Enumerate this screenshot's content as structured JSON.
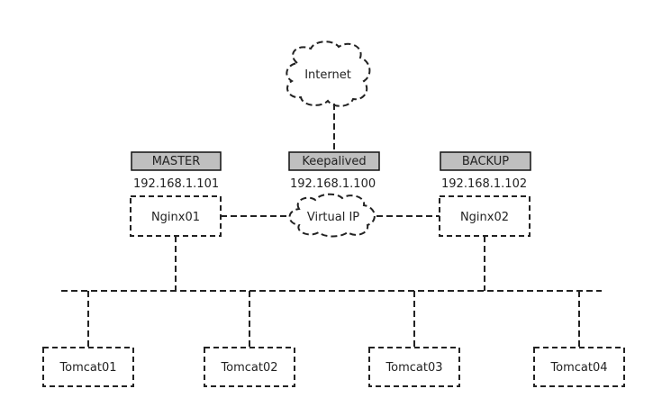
{
  "internet": {
    "label": "Internet"
  },
  "keepalived": {
    "label": "Keepalived",
    "ip": "192.168.1.100"
  },
  "virtual_ip": {
    "label": "Virtual IP"
  },
  "master": {
    "role": "MASTER",
    "ip": "192.168.1.101",
    "node": "Nginx01"
  },
  "backup": {
    "role": "BACKUP",
    "ip": "192.168.1.102",
    "node": "Nginx02"
  },
  "tomcats": [
    {
      "label": "Tomcat01"
    },
    {
      "label": "Tomcat02"
    },
    {
      "label": "Tomcat03"
    },
    {
      "label": "Tomcat04"
    }
  ],
  "colors": {
    "role_box_fill": "#bfbfbf",
    "backup_text": "#e07b00"
  }
}
